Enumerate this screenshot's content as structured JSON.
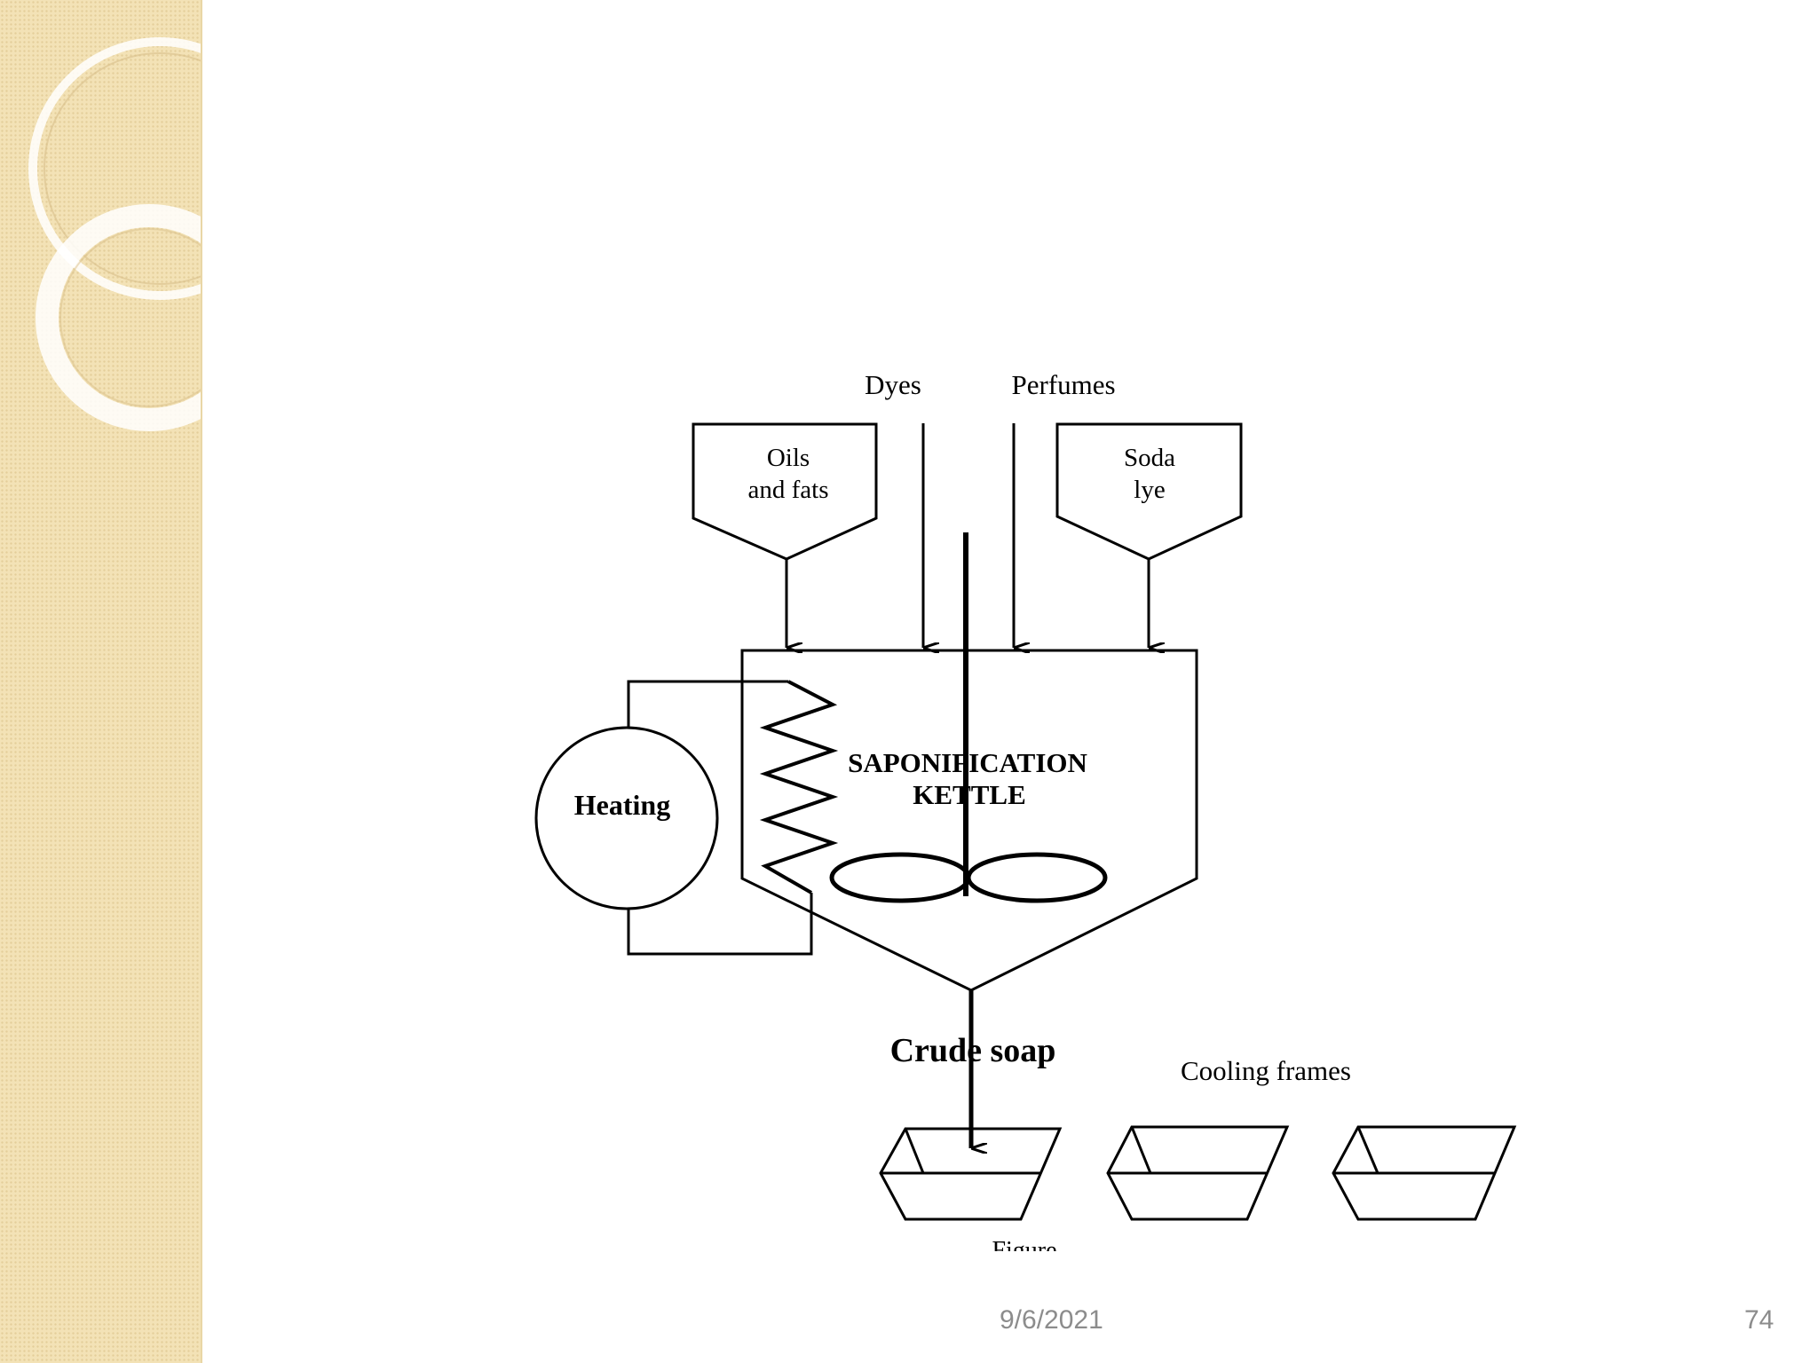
{
  "slide": {
    "footer_date": "9/6/2021",
    "page_number": "74",
    "theme_colors": {
      "band": "#f3e2b6",
      "ring": "#ffffff",
      "ink": "#000000",
      "footer_text": "#8c8c8c"
    }
  },
  "diagram": {
    "labels": {
      "dyes": "Dyes",
      "perfumes": "Perfumes",
      "oils_line1": "Oils",
      "oils_line2": "and fats",
      "soda_line1": "Soda",
      "soda_line2": "lye",
      "kettle_line1": "SAPONIFICATION",
      "kettle_line2": "KETTLE",
      "heating": "Heating",
      "crude_soap": "Crude soap",
      "cooling_frames": "Cooling frames",
      "figure": "Figure"
    }
  }
}
